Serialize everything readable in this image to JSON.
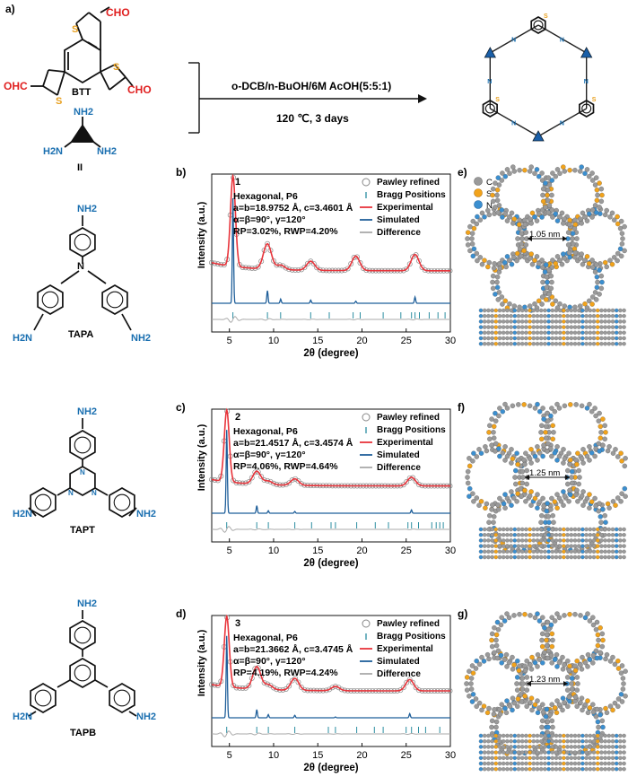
{
  "panel_labels": {
    "a": "a)",
    "b": "b)",
    "c": "c)",
    "d": "d)",
    "e": "e)",
    "f": "f)",
    "g": "g)"
  },
  "reaction": {
    "conditions": "o-DCB/n-BuOH/6M AcOH(5:5:1)",
    "temperature_time": "120 ℃, 3 days"
  },
  "molecules": {
    "btt": {
      "name": "BTT",
      "cho": "CHO",
      "ohc": "OHC",
      "s": "S"
    },
    "ii": {
      "name": "II",
      "nh2": "NH2",
      "h2n": "H2N"
    },
    "tapa": {
      "name": "TAPA",
      "n": "N"
    },
    "tapt": {
      "name": "TAPT"
    },
    "tapb": {
      "name": "TAPB"
    }
  },
  "atom_legend": [
    "C",
    "S",
    "N"
  ],
  "legend": [
    "Pawley refined",
    "Bragg Positions",
    "Experimental",
    "Simulated",
    "Difference"
  ],
  "axis": {
    "xlabel": "2θ (degree)",
    "ylabel": "Intensity (a.u.)"
  },
  "pores": {
    "e": "1.05 nm",
    "f": "1.25 nm",
    "g": "1.23 nm"
  },
  "colors": {
    "experimental": "#e8343b",
    "simulated": "#1f5f9a",
    "bragg": "#2a8da0",
    "difference": "#aaaaaa",
    "pawley": "#888888",
    "carbon": "#9a9a9a",
    "sulfur": "#f2a31b",
    "nitrogen": "#3b8fd0",
    "heteroatom_red": "#e02020",
    "amine_blue": "#1a6fb0"
  },
  "chart_data": [
    {
      "type": "line",
      "id": "1",
      "system": "Hexagonal, P6",
      "cell": "a=b=18.9752 Å, c=3.4601 Å",
      "angles": "α=β=90°, γ=120°",
      "rfactors": "RP=3.02%, RWP=4.20%",
      "xlabel": "2θ (degree)",
      "ylabel": "Intensity (a.u.)",
      "xlim": [
        3,
        30
      ],
      "xticks": [
        5,
        10,
        15,
        20,
        25,
        30
      ],
      "peaks": [
        {
          "x": 5.4,
          "exp": 1.0,
          "sim": 1.0
        },
        {
          "x": 9.3,
          "exp": 0.28,
          "sim": 0.12
        },
        {
          "x": 10.8,
          "exp": 0.05,
          "sim": 0.04
        },
        {
          "x": 14.2,
          "exp": 0.1,
          "sim": 0.03
        },
        {
          "x": 19.3,
          "exp": 0.16,
          "sim": 0.02
        },
        {
          "x": 26.0,
          "exp": 0.18,
          "sim": 0.06
        }
      ],
      "bragg": [
        5.4,
        9.3,
        10.8,
        14.2,
        16.3,
        19.0,
        19.8,
        22.4,
        24.4,
        25.6,
        26.0,
        26.5,
        27.6,
        28.6,
        29.4
      ]
    },
    {
      "type": "line",
      "id": "2",
      "system": "Hexagonal, P6",
      "cell": "a=b=21.4517 Å, c=3.4574 Å",
      "angles": "α=β=90°, γ=120°",
      "rfactors": "RP=4.06%, RWP=4.64%",
      "xlabel": "2θ (degree)",
      "ylabel": "Intensity (a.u.)",
      "xlim": [
        3,
        30
      ],
      "xticks": [
        5,
        10,
        15,
        20,
        25,
        30
      ],
      "peaks": [
        {
          "x": 4.7,
          "exp": 1.0,
          "sim": 1.0
        },
        {
          "x": 8.1,
          "exp": 0.18,
          "sim": 0.09
        },
        {
          "x": 9.4,
          "exp": 0.05,
          "sim": 0.03
        },
        {
          "x": 12.4,
          "exp": 0.09,
          "sim": 0.02
        },
        {
          "x": 25.6,
          "exp": 0.12,
          "sim": 0.04
        }
      ],
      "bragg": [
        4.7,
        8.1,
        9.4,
        12.4,
        14.3,
        16.5,
        17.0,
        19.4,
        21.5,
        23.0,
        25.2,
        25.6,
        26.4,
        27.9,
        28.4,
        28.8,
        29.2
      ]
    },
    {
      "type": "line",
      "id": "3",
      "system": "Hexagonal, P6",
      "cell": "a=b=21.3662 Å, c=3.4745 Å",
      "angles": "α=β=90°, γ=120°",
      "rfactors": "RP=4.19%, RWP=4.24%",
      "xlabel": "2θ (degree)",
      "ylabel": "Intensity (a.u.)",
      "xlim": [
        3,
        30
      ],
      "xticks": [
        5,
        10,
        15,
        20,
        25,
        30
      ],
      "peaks": [
        {
          "x": 4.7,
          "exp": 1.0,
          "sim": 1.0
        },
        {
          "x": 8.1,
          "exp": 0.32,
          "sim": 0.1
        },
        {
          "x": 9.4,
          "exp": 0.07,
          "sim": 0.04
        },
        {
          "x": 12.4,
          "exp": 0.17,
          "sim": 0.03
        },
        {
          "x": 17.0,
          "exp": 0.06,
          "sim": 0.01
        },
        {
          "x": 25.4,
          "exp": 0.16,
          "sim": 0.05
        }
      ],
      "bragg": [
        4.7,
        8.1,
        9.4,
        12.4,
        16.2,
        17.0,
        19.4,
        21.4,
        22.4,
        25.0,
        25.6,
        26.4,
        27.2,
        28.8
      ]
    }
  ]
}
